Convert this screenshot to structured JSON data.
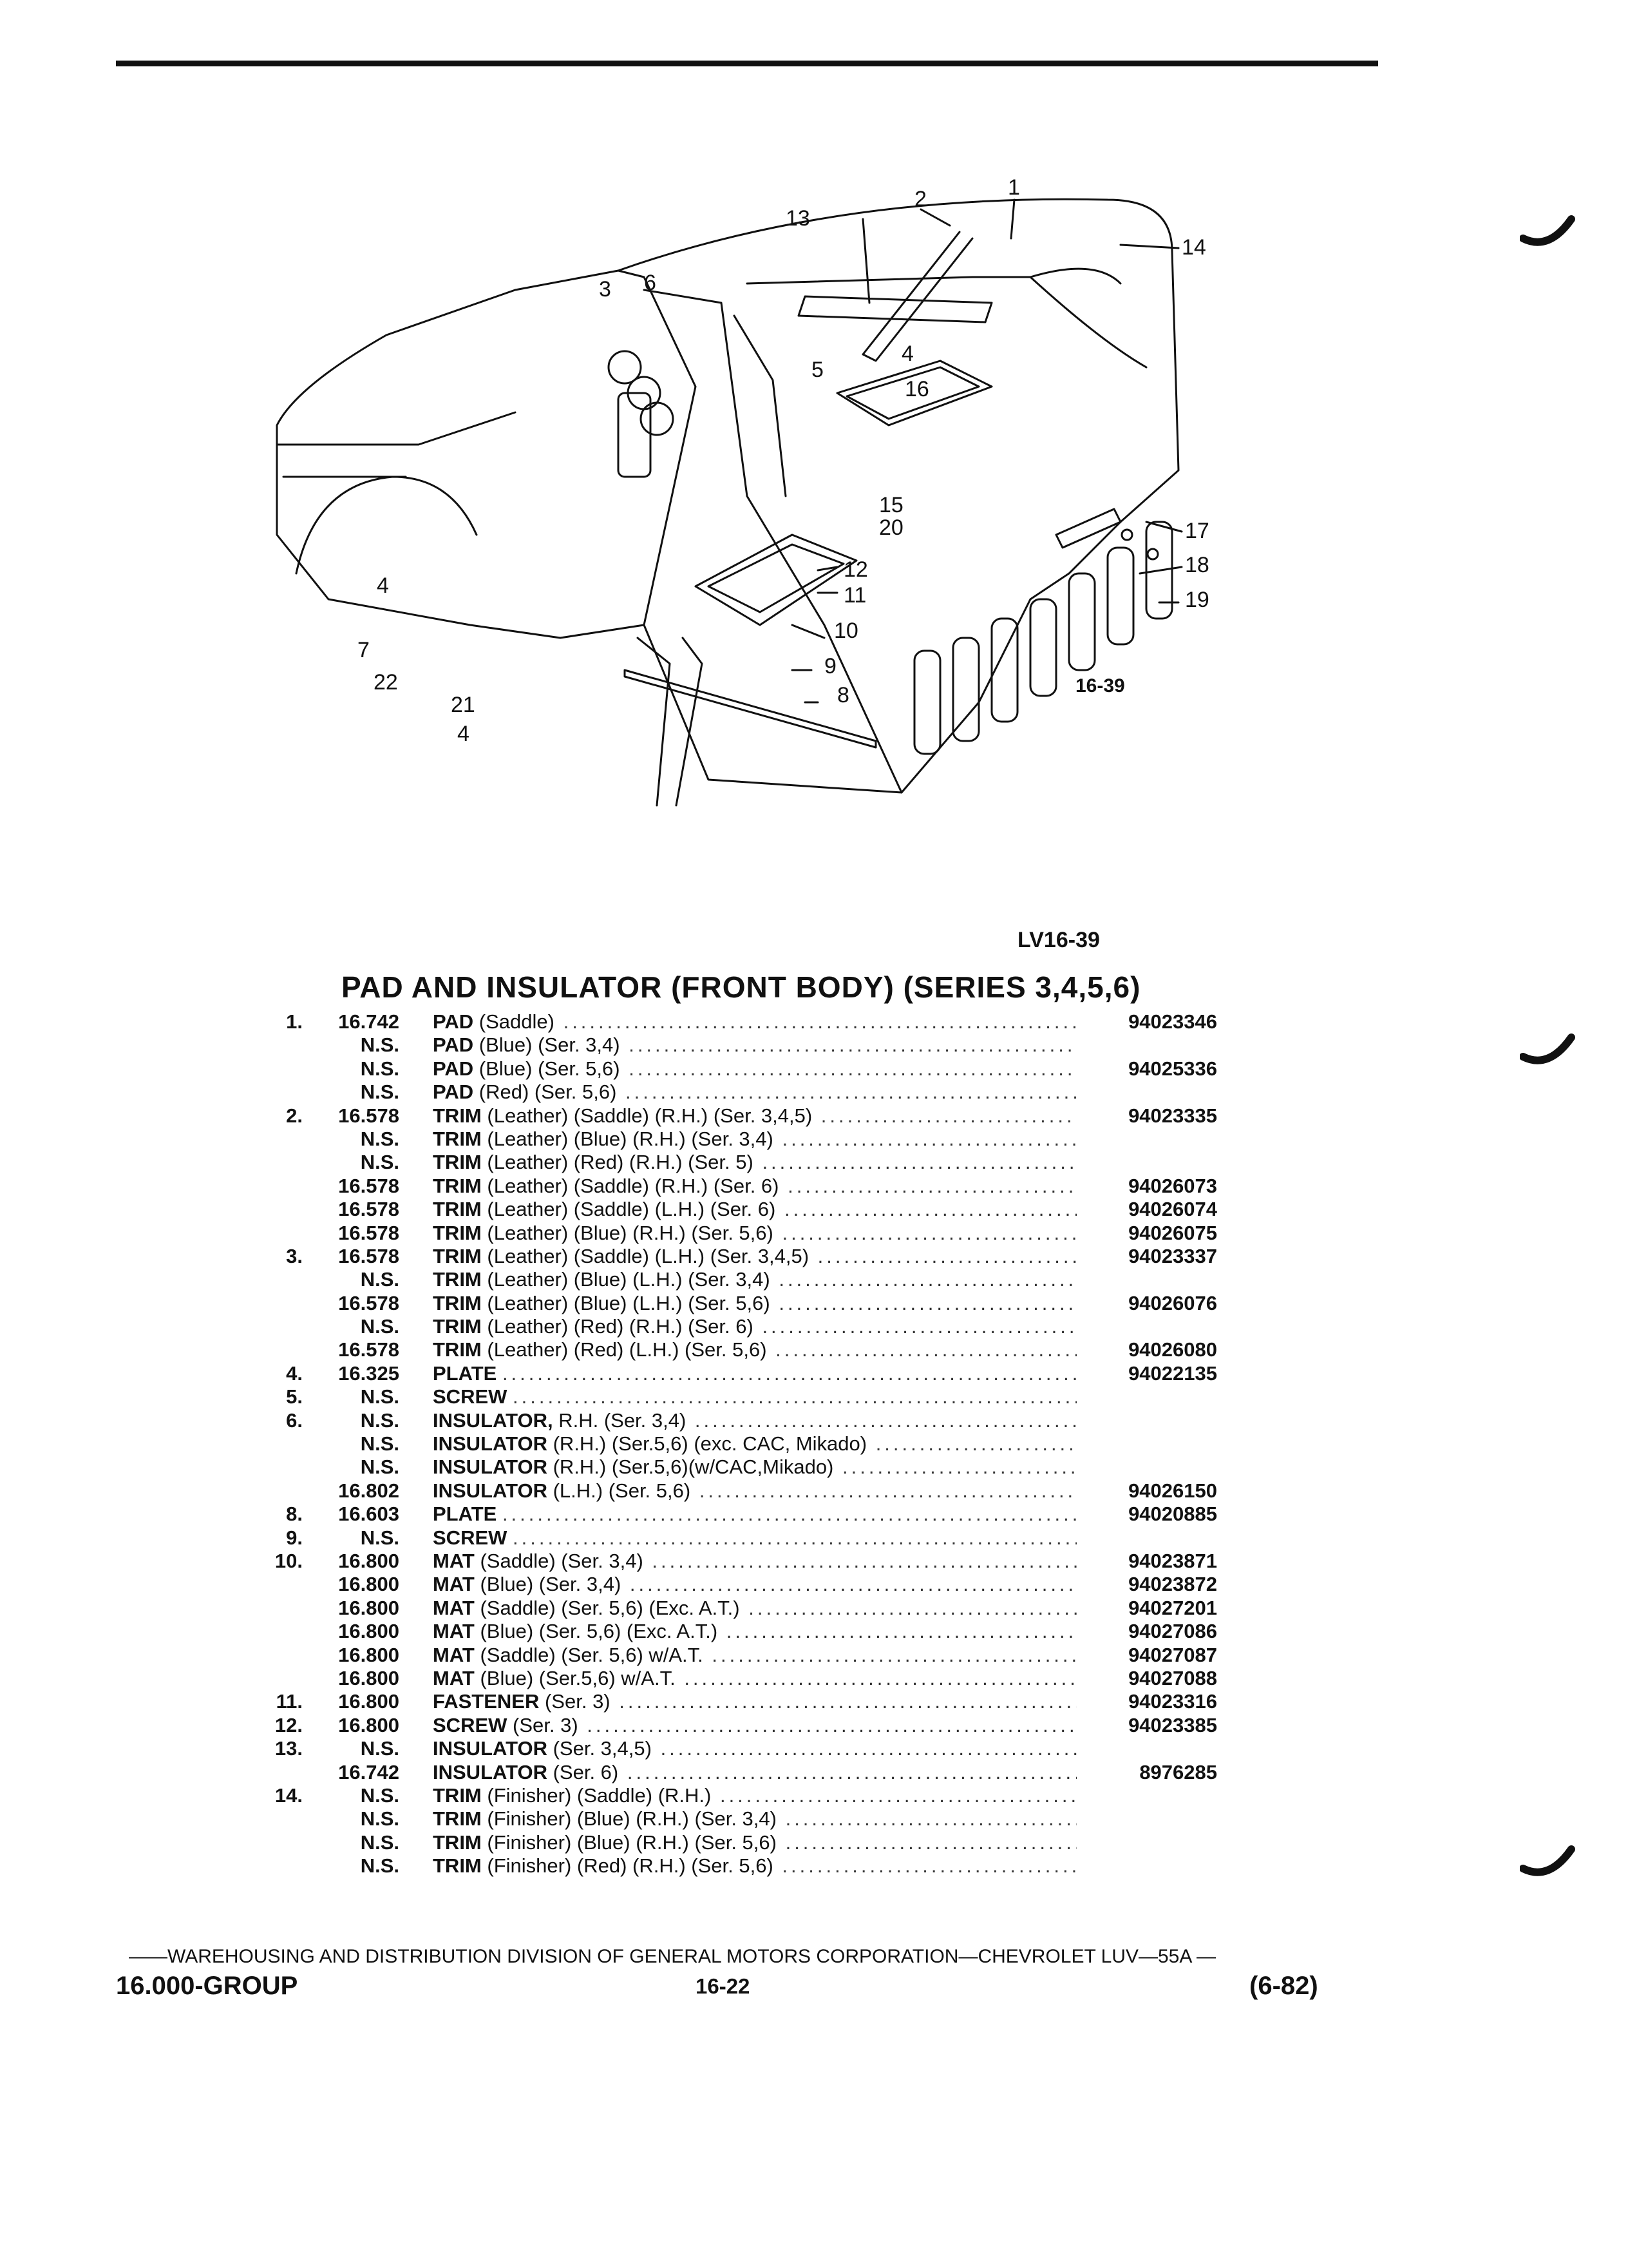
{
  "figure": {
    "code": "16-39",
    "plate": "LV16-39",
    "callouts": [
      "1",
      "2",
      "3",
      "4",
      "5",
      "6",
      "7",
      "8",
      "9",
      "10",
      "11",
      "12",
      "13",
      "14",
      "15",
      "16",
      "17",
      "18",
      "19",
      "20",
      "21",
      "22"
    ]
  },
  "title": "PAD AND INSULATOR (FRONT BODY) (SERIES 3,4,5,6)",
  "items": [
    {
      "num": "1.",
      "group": "16.742",
      "name": "PAD",
      "spec": "(Saddle)",
      "part": "94023346"
    },
    {
      "num": "",
      "group": "N.S.",
      "name": "PAD",
      "spec": "(Blue) (Ser. 3,4)",
      "part": ""
    },
    {
      "num": "",
      "group": "N.S.",
      "name": "PAD",
      "spec": "(Blue) (Ser. 5,6)",
      "part": "94025336"
    },
    {
      "num": "",
      "group": "N.S.",
      "name": "PAD",
      "spec": "(Red) (Ser. 5,6)",
      "part": ""
    },
    {
      "num": "2.",
      "group": "16.578",
      "name": "TRIM",
      "spec": "(Leather) (Saddle) (R.H.) (Ser. 3,4,5)",
      "part": "94023335"
    },
    {
      "num": "",
      "group": "N.S.",
      "name": "TRIM",
      "spec": "(Leather) (Blue) (R.H.) (Ser. 3,4)",
      "part": ""
    },
    {
      "num": "",
      "group": "N.S.",
      "name": "TRIM",
      "spec": "(Leather) (Red) (R.H.) (Ser. 5)",
      "part": ""
    },
    {
      "num": "",
      "group": "16.578",
      "name": "TRIM",
      "spec": "(Leather) (Saddle) (R.H.) (Ser. 6)",
      "part": "94026073"
    },
    {
      "num": "",
      "group": "16.578",
      "name": "TRIM",
      "spec": "(Leather) (Saddle) (L.H.) (Ser. 6)",
      "part": "94026074"
    },
    {
      "num": "",
      "group": "16.578",
      "name": "TRIM",
      "spec": "(Leather) (Blue) (R.H.) (Ser. 5,6)",
      "part": "94026075"
    },
    {
      "num": "3.",
      "group": "16.578",
      "name": "TRIM",
      "spec": "(Leather) (Saddle) (L.H.) (Ser. 3,4,5)",
      "part": "94023337"
    },
    {
      "num": "",
      "group": "N.S.",
      "name": "TRIM",
      "spec": "(Leather) (Blue) (L.H.) (Ser. 3,4)",
      "part": ""
    },
    {
      "num": "",
      "group": "16.578",
      "name": "TRIM",
      "spec": "(Leather) (Blue) (L.H.) (Ser. 5,6)",
      "part": "94026076"
    },
    {
      "num": "",
      "group": "N.S.",
      "name": "TRIM",
      "spec": "(Leather) (Red) (R.H.) (Ser. 6)",
      "part": ""
    },
    {
      "num": "",
      "group": "16.578",
      "name": "TRIM",
      "spec": "(Leather) (Red) (L.H.) (Ser. 5,6)",
      "part": "94026080"
    },
    {
      "num": "4.",
      "group": "16.325",
      "name": "PLATE",
      "spec": "",
      "part": "94022135"
    },
    {
      "num": "5.",
      "group": "N.S.",
      "name": "SCREW",
      "spec": "",
      "part": ""
    },
    {
      "num": "6.",
      "group": "N.S.",
      "name": "INSULATOR,",
      "spec": "R.H. (Ser. 3,4)",
      "part": ""
    },
    {
      "num": "",
      "group": "N.S.",
      "name": "INSULATOR",
      "spec": "(R.H.) (Ser.5,6) (exc. CAC, Mikado)",
      "part": ""
    },
    {
      "num": "",
      "group": "N.S.",
      "name": "INSULATOR",
      "spec": "(R.H.) (Ser.5,6)(w/CAC,Mikado)",
      "part": ""
    },
    {
      "num": "",
      "group": "16.802",
      "name": "INSULATOR",
      "spec": "(L.H.) (Ser. 5,6)",
      "part": "94026150"
    },
    {
      "num": "8.",
      "group": "16.603",
      "name": "PLATE",
      "spec": "",
      "part": "94020885"
    },
    {
      "num": "9.",
      "group": "N.S.",
      "name": "SCREW",
      "spec": "",
      "part": ""
    },
    {
      "num": "10.",
      "group": "16.800",
      "name": "MAT",
      "spec": "(Saddle) (Ser. 3,4)",
      "part": "94023871"
    },
    {
      "num": "",
      "group": "16.800",
      "name": "MAT",
      "spec": "(Blue) (Ser. 3,4)",
      "part": "94023872"
    },
    {
      "num": "",
      "group": "16.800",
      "name": "MAT",
      "spec": "(Saddle) (Ser. 5,6) (Exc. A.T.)",
      "part": "94027201"
    },
    {
      "num": "",
      "group": "16.800",
      "name": "MAT",
      "spec": "(Blue) (Ser. 5,6) (Exc. A.T.)",
      "part": "94027086"
    },
    {
      "num": "",
      "group": "16.800",
      "name": "MAT",
      "spec": "(Saddle) (Ser. 5,6) w/A.T.",
      "part": "94027087"
    },
    {
      "num": "",
      "group": "16.800",
      "name": "MAT",
      "spec": "(Blue) (Ser.5,6) w/A.T.",
      "part": "94027088"
    },
    {
      "num": "11.",
      "group": "16.800",
      "name": "FASTENER",
      "spec": "(Ser. 3)",
      "part": "94023316"
    },
    {
      "num": "12.",
      "group": "16.800",
      "name": "SCREW",
      "spec": "(Ser. 3)",
      "part": "94023385"
    },
    {
      "num": "13.",
      "group": "N.S.",
      "name": "INSULATOR",
      "spec": "(Ser. 3,4,5)",
      "part": ""
    },
    {
      "num": "",
      "group": "16.742",
      "name": "INSULATOR",
      "spec": "(Ser. 6)",
      "part": "8976285"
    },
    {
      "num": "14.",
      "group": "N.S.",
      "name": "TRIM",
      "spec": "(Finisher) (Saddle) (R.H.)",
      "part": ""
    },
    {
      "num": "",
      "group": "N.S.",
      "name": "TRIM",
      "spec": "(Finisher) (Blue) (R.H.) (Ser. 3,4)",
      "part": ""
    },
    {
      "num": "",
      "group": "N.S.",
      "name": "TRIM",
      "spec": "(Finisher) (Blue) (R.H.) (Ser. 5,6)",
      "part": ""
    },
    {
      "num": "",
      "group": "N.S.",
      "name": "TRIM",
      "spec": "(Finisher) (Red) (R.H.) (Ser. 5,6)",
      "part": ""
    }
  ],
  "footer": {
    "line": "——WAREHOUSING AND DISTRIBUTION DIVISION OF GENERAL MOTORS CORPORATION—CHEVROLET LUV—55A —",
    "group": "16.000-GROUP",
    "page": "16-22",
    "date": "(6-82)"
  }
}
